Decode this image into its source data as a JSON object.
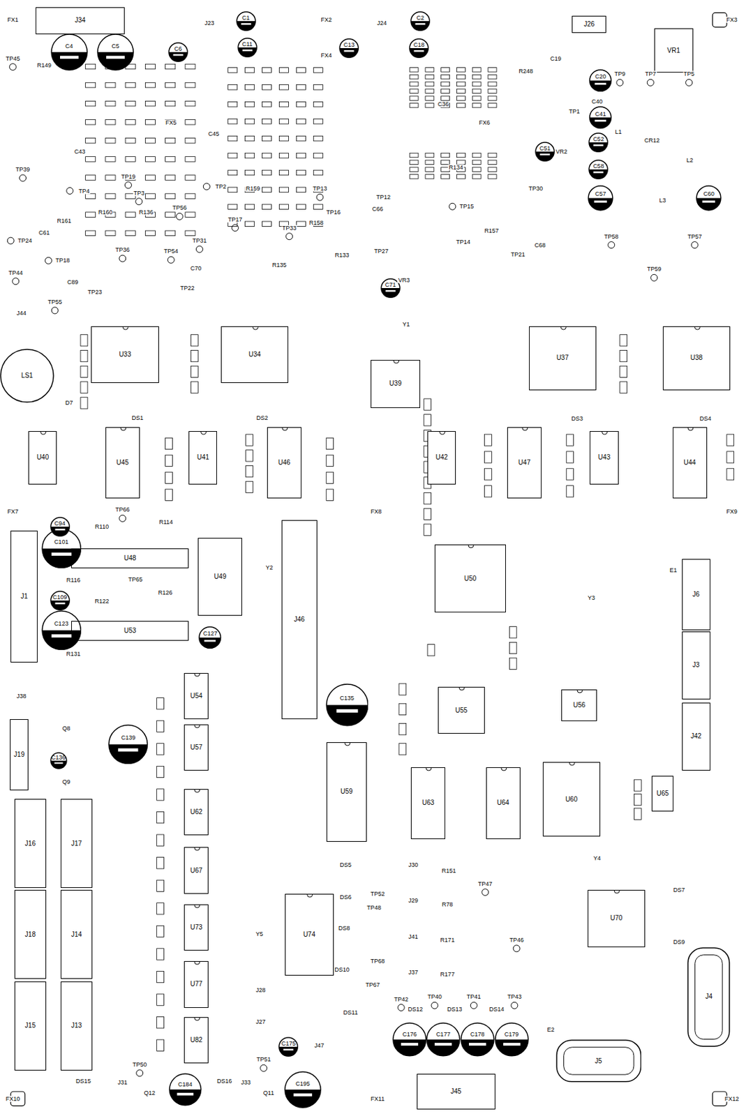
{
  "diagram": {
    "nodes": [
      {
        "text": [
          "J34"
        ]
      },
      {
        "text": [
          "U33"
        ]
      },
      {
        "text": [
          "U34"
        ]
      },
      {
        "text": [
          "U39"
        ]
      },
      {
        "text": [
          "U37"
        ]
      },
      {
        "text": [
          "U38"
        ]
      },
      {
        "text": [
          "U40"
        ]
      },
      {
        "text": [
          "U45"
        ]
      },
      {
        "text": [
          "U41"
        ]
      },
      {
        "text": [
          "U46"
        ]
      },
      {
        "text": [
          "U42"
        ]
      },
      {
        "text": [
          "U47"
        ]
      },
      {
        "text": [
          "U43"
        ]
      },
      {
        "text": [
          "U44"
        ]
      },
      {
        "text": [
          "U48"
        ]
      },
      {
        "text": [
          "U53"
        ]
      },
      {
        "text": [
          "U49"
        ]
      },
      {
        "text": [
          "J46"
        ]
      },
      {
        "text": [
          "J1"
        ]
      },
      {
        "text": [
          "U50"
        ]
      },
      {
        "text": [
          "U55"
        ]
      },
      {
        "text": [
          "U56"
        ]
      },
      {
        "text": [
          "U59"
        ]
      },
      {
        "text": [
          "U63"
        ]
      },
      {
        "text": [
          "U64"
        ]
      },
      {
        "text": [
          "U60"
        ]
      },
      {
        "text": [
          "U65"
        ]
      },
      {
        "text": [
          "J6"
        ]
      },
      {
        "text": [
          "J3"
        ]
      },
      {
        "text": [
          "J42"
        ]
      },
      {
        "text": [
          "J19"
        ]
      },
      {
        "text": [
          "U54"
        ]
      },
      {
        "text": [
          "U57"
        ]
      },
      {
        "text": [
          "U62"
        ]
      },
      {
        "text": [
          "U67"
        ]
      },
      {
        "text": [
          "U73"
        ]
      },
      {
        "text": [
          "U77"
        ]
      },
      {
        "text": [
          "U82"
        ]
      },
      {
        "text": [
          "U74"
        ]
      },
      {
        "text": [
          "J16"
        ]
      },
      {
        "text": [
          "J17"
        ]
      },
      {
        "text": [
          "J18"
        ]
      },
      {
        "text": [
          "J14"
        ]
      },
      {
        "text": [
          "J15"
        ]
      },
      {
        "text": [
          "J13"
        ]
      },
      {
        "text": [
          "U70"
        ]
      },
      {
        "text": [
          "J4"
        ]
      },
      {
        "text": [
          "J5"
        ]
      },
      {
        "text": [
          "J45"
        ]
      },
      {
        "text": [
          "VR1"
        ]
      },
      {
        "text": [
          "J26"
        ]
      },
      {
        "text": [
          "LS1"
        ]
      },
      {
        "text": [
          "C4"
        ]
      },
      {
        "text": [
          "C5"
        ]
      },
      {
        "text": [
          "C101"
        ]
      },
      {
        "text": [
          "C123"
        ]
      },
      {
        "text": [
          "C139"
        ]
      },
      {
        "text": [
          "C135"
        ]
      },
      {
        "text": [
          "C176"
        ]
      },
      {
        "text": [
          "C177"
        ]
      },
      {
        "text": [
          "C178"
        ]
      },
      {
        "text": [
          "C179"
        ]
      },
      {
        "text": [
          "C184"
        ]
      },
      {
        "text": [
          "C195"
        ]
      },
      {
        "text": [
          "C20"
        ]
      },
      {
        "text": [
          "C41"
        ]
      },
      {
        "text": [
          "C57"
        ]
      },
      {
        "text": [
          "C60"
        ]
      },
      {
        "text": [
          "C94"
        ]
      },
      {
        "text": [
          "C109"
        ]
      },
      {
        "text": [
          "C127"
        ]
      },
      {
        "text": [
          "C1"
        ]
      },
      {
        "text": [
          "C2"
        ]
      },
      {
        "text": [
          "C11"
        ]
      },
      {
        "text": [
          "C13"
        ]
      },
      {
        "text": [
          "C18"
        ]
      },
      {
        "text": [
          "C6"
        ]
      },
      {
        "text": [
          "C51"
        ]
      },
      {
        "text": [
          "C52"
        ]
      },
      {
        "text": [
          "C58"
        ]
      },
      {
        "text": [
          "C71"
        ]
      },
      {
        "text": [
          "C175"
        ]
      },
      {
        "text": [
          "C136"
        ]
      }
    ],
    "labels": [
      "FX1",
      "FX2",
      "FX3",
      "FX4",
      "FX5",
      "FX6",
      "FX7",
      "FX8",
      "FX9",
      "FX10",
      "FX11",
      "FX12",
      "TP45",
      "TP39",
      "TP4",
      "TP19",
      "TP3",
      "TP24",
      "TP18",
      "TP36",
      "TP23",
      "TP44",
      "TP55",
      "TP56",
      "TP54",
      "TP2",
      "TP17",
      "TP33",
      "TP31",
      "TP22",
      "TP13",
      "TP12",
      "TP16",
      "TP27",
      "TP15",
      "TP14",
      "TP30",
      "TP21",
      "TP9",
      "TP7",
      "TP5",
      "TP1",
      "TP58",
      "TP57",
      "TP59",
      "TP66",
      "TP65",
      "TP47",
      "TP52",
      "TP48",
      "TP68",
      "TP46",
      "TP67",
      "TP42",
      "TP40",
      "TP41",
      "TP43",
      "TP50",
      "TP51",
      "Y1",
      "Y2",
      "Y3",
      "Y4",
      "Y5",
      "L1",
      "L2",
      "L3",
      "CR12",
      "R159",
      "R134",
      "R157",
      "R133",
      "R135",
      "R136",
      "R160",
      "R161",
      "R158",
      "R149",
      "R248",
      "R114",
      "R110",
      "R116",
      "R122",
      "R126",
      "R131",
      "R151",
      "R78",
      "R171",
      "R177",
      "J30",
      "J29",
      "J41",
      "J37",
      "J28",
      "J27",
      "J47",
      "J33",
      "J31",
      "J38",
      "J44",
      "J23",
      "J24",
      "Q8",
      "Q9",
      "Q11",
      "Q12",
      "DS1",
      "DS2",
      "DS3",
      "DS4",
      "DS5",
      "DS6",
      "DS8",
      "DS10",
      "DS11",
      "DS12",
      "DS13",
      "DS14",
      "DS15",
      "DS16",
      "DS7",
      "DS9",
      "VR2",
      "VR3",
      "C19",
      "C40",
      "C45",
      "C43",
      "C61",
      "C89",
      "C66",
      "C68",
      "C36",
      "C70",
      "E1",
      "E2",
      "D7"
    ]
  }
}
